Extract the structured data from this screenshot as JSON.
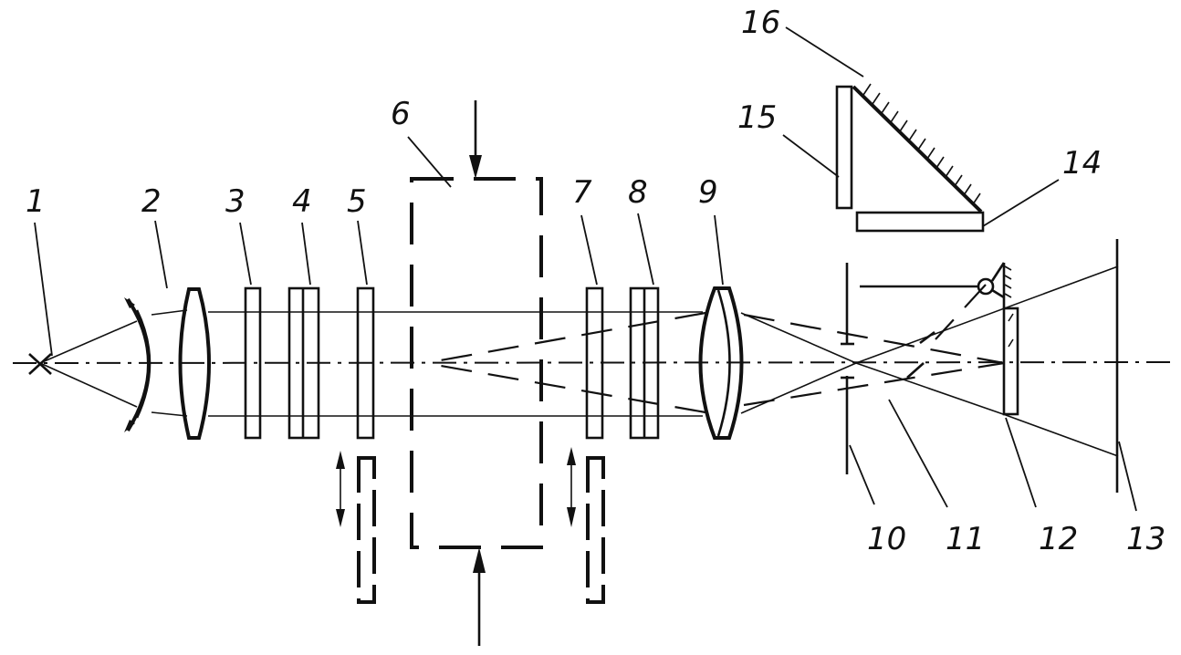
{
  "figure": {
    "type": "optical-scheme",
    "labels": [
      {
        "id": "1",
        "text": "1",
        "component": "light-source"
      },
      {
        "id": "2",
        "text": "2",
        "component": "condenser"
      },
      {
        "id": "3",
        "text": "3",
        "component": "filter-plate"
      },
      {
        "id": "4",
        "text": "4",
        "component": "double-plate"
      },
      {
        "id": "5",
        "text": "5",
        "component": "movable-plate"
      },
      {
        "id": "6",
        "text": "6",
        "component": "chamber"
      },
      {
        "id": "7",
        "text": "7",
        "component": "movable-plate"
      },
      {
        "id": "8",
        "text": "8",
        "component": "double-plate"
      },
      {
        "id": "9",
        "text": "9",
        "component": "objective-lens"
      },
      {
        "id": "10",
        "text": "10",
        "component": "diaphragm"
      },
      {
        "id": "11",
        "text": "11",
        "component": "focal-point"
      },
      {
        "id": "12",
        "text": "12",
        "component": "hinged-mirror"
      },
      {
        "id": "13",
        "text": "13",
        "component": "screen"
      },
      {
        "id": "14",
        "text": "14",
        "component": "plate"
      },
      {
        "id": "15",
        "text": "15",
        "component": "plate"
      },
      {
        "id": "16",
        "text": "16",
        "component": "prism-mirror"
      }
    ]
  },
  "colors": {
    "ink": "#111111",
    "paper": "#ffffff"
  }
}
